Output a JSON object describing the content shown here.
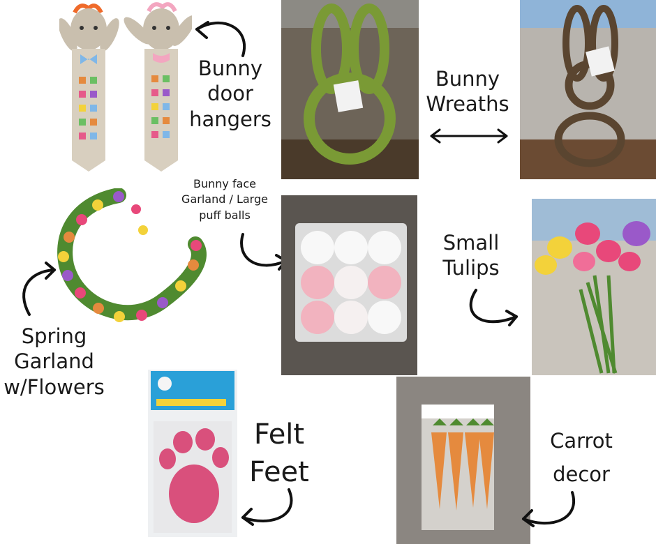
{
  "labels": {
    "door_hangers": [
      "Bunny",
      "door",
      "hangers"
    ],
    "wreaths": [
      "Bunny",
      "Wreaths"
    ],
    "face_garland": [
      "Bunny face",
      "Garland / Large",
      "puff balls"
    ],
    "tulips": [
      "Small",
      "Tulips"
    ],
    "spring_garland": [
      "Spring",
      "Garland",
      "w/Flowers"
    ],
    "felt_feet": [
      "Felt",
      "Feet"
    ],
    "carrot": [
      "Carrot",
      "decor"
    ]
  },
  "colors": {
    "ink": "#1a1a1a",
    "moss_green": "#7a9a35",
    "twig_brown": "#5a4530",
    "felt_pink": "#d9507c",
    "carrot_orange": "#e58a3e",
    "puff_pink": "#f2b3bf",
    "tulip_pink": "#e8487a",
    "tulip_yellow": "#f3d23a",
    "tulip_purple": "#9a59c9"
  }
}
